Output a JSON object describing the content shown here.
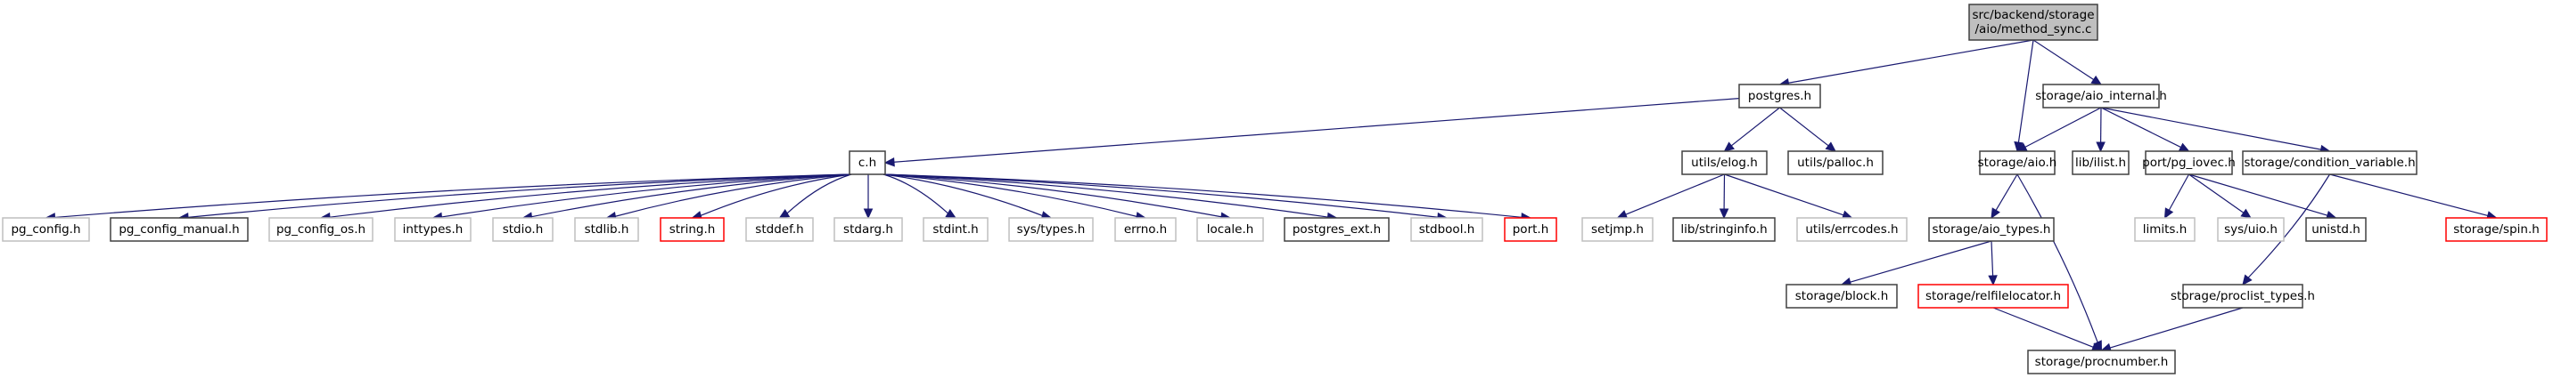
{
  "title": "Include dependency graph for method_sync.c",
  "colors": {
    "edge": "#191970",
    "root_fill": "#bfbfbf",
    "normal_border": "#404040",
    "external_border": "#bfbfbf",
    "missing_border": "#ff0000"
  },
  "nodes": [
    {
      "id": "root",
      "label": [
        "src/backend/storage",
        "/aio/method_sync.c"
      ],
      "kind": "root"
    },
    {
      "id": "postgres_h",
      "label": [
        "postgres.h"
      ],
      "kind": "normal"
    },
    {
      "id": "aio_internal_h",
      "label": [
        "storage/aio_internal.h"
      ],
      "kind": "normal"
    },
    {
      "id": "c_h",
      "label": [
        "c.h"
      ],
      "kind": "normal"
    },
    {
      "id": "elog_h",
      "label": [
        "utils/elog.h"
      ],
      "kind": "normal"
    },
    {
      "id": "palloc_h",
      "label": [
        "utils/palloc.h"
      ],
      "kind": "normal"
    },
    {
      "id": "aio_h",
      "label": [
        "storage/aio.h"
      ],
      "kind": "normal"
    },
    {
      "id": "ilist_h",
      "label": [
        "lib/ilist.h"
      ],
      "kind": "normal"
    },
    {
      "id": "pg_iovec_h",
      "label": [
        "port/pg_iovec.h"
      ],
      "kind": "normal"
    },
    {
      "id": "condvar_h",
      "label": [
        "storage/condition_variable.h"
      ],
      "kind": "normal"
    },
    {
      "id": "pg_config_h",
      "label": [
        "pg_config.h"
      ],
      "kind": "external"
    },
    {
      "id": "pg_config_manual_h",
      "label": [
        "pg_config_manual.h"
      ],
      "kind": "normal"
    },
    {
      "id": "pg_config_os_h",
      "label": [
        "pg_config_os.h"
      ],
      "kind": "external"
    },
    {
      "id": "inttypes_h",
      "label": [
        "inttypes.h"
      ],
      "kind": "external"
    },
    {
      "id": "stdio_h",
      "label": [
        "stdio.h"
      ],
      "kind": "external"
    },
    {
      "id": "stdlib_h",
      "label": [
        "stdlib.h"
      ],
      "kind": "external"
    },
    {
      "id": "string_h",
      "label": [
        "string.h"
      ],
      "kind": "missing"
    },
    {
      "id": "stddef_h",
      "label": [
        "stddef.h"
      ],
      "kind": "external"
    },
    {
      "id": "stdarg_h",
      "label": [
        "stdarg.h"
      ],
      "kind": "external"
    },
    {
      "id": "stdint_h",
      "label": [
        "stdint.h"
      ],
      "kind": "external"
    },
    {
      "id": "sys_types_h",
      "label": [
        "sys/types.h"
      ],
      "kind": "external"
    },
    {
      "id": "errno_h",
      "label": [
        "errno.h"
      ],
      "kind": "external"
    },
    {
      "id": "locale_h",
      "label": [
        "locale.h"
      ],
      "kind": "external"
    },
    {
      "id": "postgres_ext_h",
      "label": [
        "postgres_ext.h"
      ],
      "kind": "normal"
    },
    {
      "id": "stdbool_h",
      "label": [
        "stdbool.h"
      ],
      "kind": "external"
    },
    {
      "id": "port_h",
      "label": [
        "port.h"
      ],
      "kind": "missing"
    },
    {
      "id": "setjmp_h",
      "label": [
        "setjmp.h"
      ],
      "kind": "external"
    },
    {
      "id": "stringinfo_h",
      "label": [
        "lib/stringinfo.h"
      ],
      "kind": "normal"
    },
    {
      "id": "errcodes_h",
      "label": [
        "utils/errcodes.h"
      ],
      "kind": "external"
    },
    {
      "id": "aio_types_h",
      "label": [
        "storage/aio_types.h"
      ],
      "kind": "normal"
    },
    {
      "id": "limits_h",
      "label": [
        "limits.h"
      ],
      "kind": "external"
    },
    {
      "id": "sys_uio_h",
      "label": [
        "sys/uio.h"
      ],
      "kind": "external"
    },
    {
      "id": "unistd_h",
      "label": [
        "unistd.h"
      ],
      "kind": "normal"
    },
    {
      "id": "spin_h",
      "label": [
        "storage/spin.h"
      ],
      "kind": "missing"
    },
    {
      "id": "block_h",
      "label": [
        "storage/block.h"
      ],
      "kind": "normal"
    },
    {
      "id": "relfilelocator_h",
      "label": [
        "storage/relfilelocator.h"
      ],
      "kind": "missing"
    },
    {
      "id": "proclist_types_h",
      "label": [
        "storage/proclist_types.h"
      ],
      "kind": "normal"
    },
    {
      "id": "procnumber_h",
      "label": [
        "storage/procnumber.h"
      ],
      "kind": "normal"
    }
  ],
  "edges": [
    [
      "root",
      "postgres_h"
    ],
    [
      "root",
      "aio_h"
    ],
    [
      "root",
      "aio_internal_h"
    ],
    [
      "postgres_h",
      "c_h"
    ],
    [
      "postgres_h",
      "elog_h"
    ],
    [
      "postgres_h",
      "palloc_h"
    ],
    [
      "c_h",
      "pg_config_h"
    ],
    [
      "c_h",
      "pg_config_manual_h"
    ],
    [
      "c_h",
      "pg_config_os_h"
    ],
    [
      "c_h",
      "inttypes_h"
    ],
    [
      "c_h",
      "stdio_h"
    ],
    [
      "c_h",
      "stdlib_h"
    ],
    [
      "c_h",
      "string_h"
    ],
    [
      "c_h",
      "stddef_h"
    ],
    [
      "c_h",
      "stdarg_h"
    ],
    [
      "c_h",
      "stdint_h"
    ],
    [
      "c_h",
      "sys_types_h"
    ],
    [
      "c_h",
      "errno_h"
    ],
    [
      "c_h",
      "locale_h"
    ],
    [
      "c_h",
      "postgres_ext_h"
    ],
    [
      "c_h",
      "stdbool_h"
    ],
    [
      "c_h",
      "port_h"
    ],
    [
      "elog_h",
      "setjmp_h"
    ],
    [
      "elog_h",
      "stringinfo_h"
    ],
    [
      "elog_h",
      "errcodes_h"
    ],
    [
      "aio_internal_h",
      "aio_h"
    ],
    [
      "aio_internal_h",
      "ilist_h"
    ],
    [
      "aio_internal_h",
      "pg_iovec_h"
    ],
    [
      "aio_internal_h",
      "condvar_h"
    ],
    [
      "aio_h",
      "aio_types_h"
    ],
    [
      "aio_h",
      "procnumber_h"
    ],
    [
      "pg_iovec_h",
      "limits_h"
    ],
    [
      "pg_iovec_h",
      "sys_uio_h"
    ],
    [
      "pg_iovec_h",
      "unistd_h"
    ],
    [
      "condvar_h",
      "proclist_types_h"
    ],
    [
      "condvar_h",
      "spin_h"
    ],
    [
      "aio_types_h",
      "block_h"
    ],
    [
      "aio_types_h",
      "relfilelocator_h"
    ],
    [
      "relfilelocator_h",
      "procnumber_h"
    ],
    [
      "proclist_types_h",
      "procnumber_h"
    ]
  ]
}
